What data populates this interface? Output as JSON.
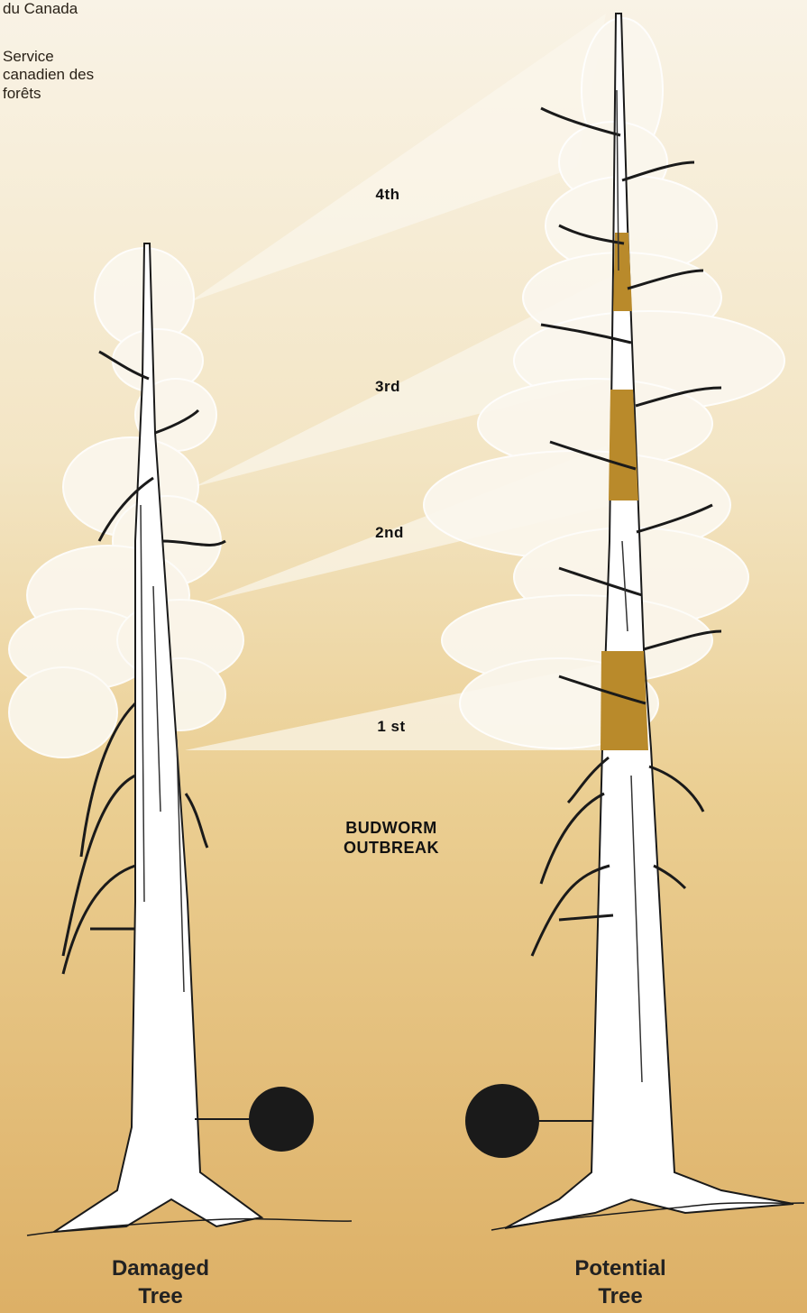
{
  "agency": {
    "line1": "du Canada",
    "line2": "Service",
    "line3": "canadien des",
    "line4": "forêts"
  },
  "outbreaks": [
    "4th",
    "3rd",
    "2nd",
    "1 st"
  ],
  "budworm_label": {
    "line1": "BUDWORM",
    "line2": "OUTBREAK"
  },
  "trees": {
    "damaged": {
      "line1": "Damaged",
      "line2": "Tree"
    },
    "potential": {
      "line1": "Potential",
      "line2": "Tree"
    }
  },
  "colors": {
    "background_top": "#f7f0e0",
    "background_bottom": "#dfb468",
    "outbreak_band": "#b98a2b",
    "crown_outline": "#ffffff",
    "trunk": "#ffffff",
    "ink": "#1a1a1a"
  }
}
